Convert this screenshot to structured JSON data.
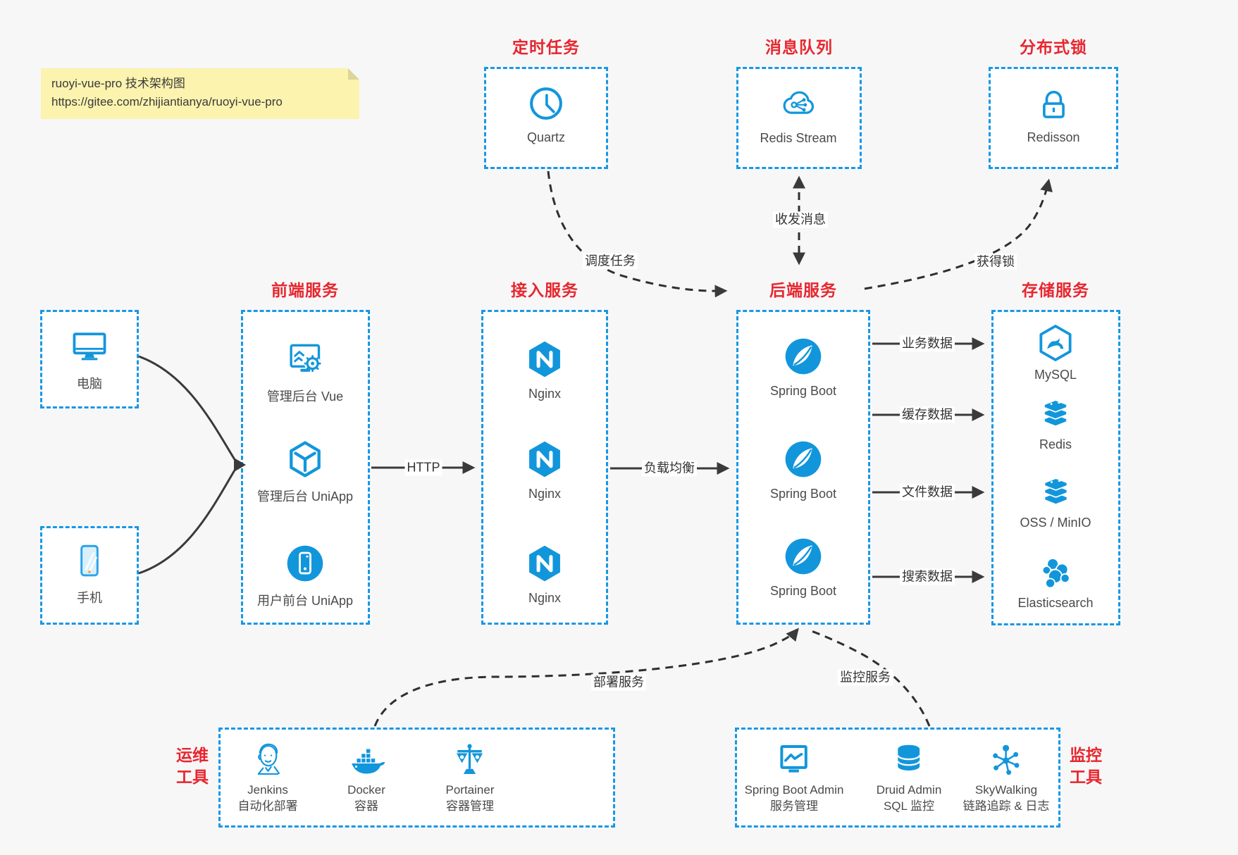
{
  "note": {
    "line1": "ruoyi-vue-pro 技术架构图",
    "line2": "https://gitee.com/zhijiantianya/ruoyi-vue-pro"
  },
  "colors": {
    "accent_blue": "#1296db",
    "box_border_blue": "#1898e4",
    "title_red": "#e8262e",
    "background": "#f7f7f8",
    "arrow_gray": "#3a3a3a",
    "note_yellow": "#fbf3ae"
  },
  "groups": {
    "scheduler": {
      "title": "定时任务",
      "items": [
        {
          "label": "Quartz",
          "icon": "clock-icon"
        }
      ]
    },
    "mq": {
      "title": "消息队列",
      "items": [
        {
          "label": "Redis Stream",
          "icon": "cloud-network-icon"
        }
      ]
    },
    "lock": {
      "title": "分布式锁",
      "items": [
        {
          "label": "Redisson",
          "icon": "lock-icon"
        }
      ]
    },
    "clients": {
      "items": [
        {
          "label": "电脑",
          "icon": "desktop-icon"
        },
        {
          "label": "手机",
          "icon": "phone-icon"
        }
      ]
    },
    "frontend": {
      "title": "前端服务",
      "items": [
        {
          "label": "管理后台 Vue",
          "icon": "admin-vue-icon"
        },
        {
          "label": "管理后台 UniApp",
          "icon": "cube-icon"
        },
        {
          "label": "用户前台 UniApp",
          "icon": "mobile-app-icon"
        }
      ]
    },
    "access": {
      "title": "接入服务",
      "items": [
        {
          "label": "Nginx",
          "icon": "nginx-icon"
        },
        {
          "label": "Nginx",
          "icon": "nginx-icon"
        },
        {
          "label": "Nginx",
          "icon": "nginx-icon"
        }
      ]
    },
    "backend": {
      "title": "后端服务",
      "items": [
        {
          "label": "Spring Boot",
          "icon": "spring-icon"
        },
        {
          "label": "Spring Boot",
          "icon": "spring-icon"
        },
        {
          "label": "Spring Boot",
          "icon": "spring-icon"
        }
      ]
    },
    "storage": {
      "title": "存储服务",
      "items": [
        {
          "label": "MySQL",
          "icon": "mysql-icon"
        },
        {
          "label": "Redis",
          "icon": "redis-icon"
        },
        {
          "label": "OSS / MinIO",
          "icon": "oss-icon"
        },
        {
          "label": "Elasticsearch",
          "icon": "elasticsearch-icon"
        }
      ]
    },
    "ops": {
      "title_line1": "运维",
      "title_line2": "工具",
      "items": [
        {
          "name": "Jenkins",
          "desc": "自动化部署",
          "icon": "jenkins-icon"
        },
        {
          "name": "Docker",
          "desc": "容器",
          "icon": "docker-icon"
        },
        {
          "name": "Portainer",
          "desc": "容器管理",
          "icon": "portainer-icon"
        }
      ]
    },
    "monitoring": {
      "title_line1": "监控",
      "title_line2": "工具",
      "items": [
        {
          "name": "Spring Boot Admin",
          "desc": "服务管理",
          "icon": "chart-monitor-icon"
        },
        {
          "name": "Druid Admin",
          "desc": "SQL 监控",
          "icon": "database-icon"
        },
        {
          "name": "SkyWalking",
          "desc": "链路追踪 & 日志",
          "icon": "topology-icon"
        }
      ]
    }
  },
  "edges": {
    "http": "HTTP",
    "load_balance": "负载均衡",
    "schedule": "调度任务",
    "messages": "收发消息",
    "acquire_lock": "获得锁",
    "business_data": "业务数据",
    "cache_data": "缓存数据",
    "file_data": "文件数据",
    "search_data": "搜索数据",
    "deploy": "部署服务",
    "monitor": "监控服务"
  }
}
